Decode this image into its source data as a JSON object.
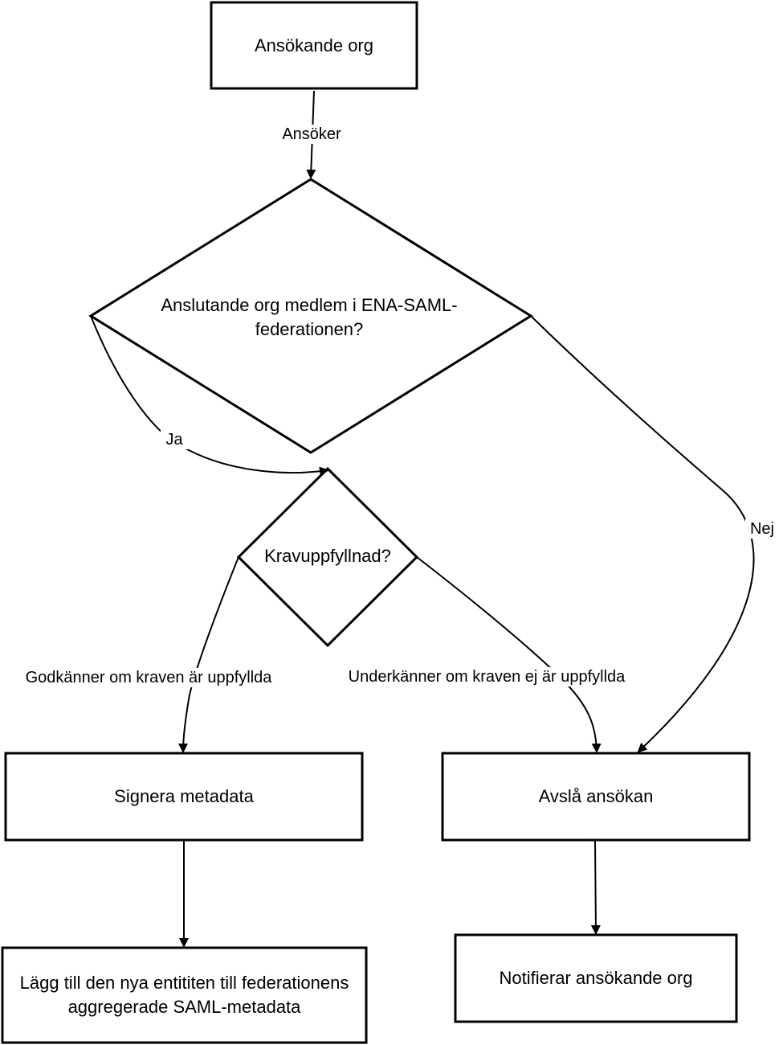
{
  "nodes": {
    "applicant": "Ansökande org",
    "member_question": "Anslutande org medlem i ENA-SAML-federationen?",
    "requirements_question": "Kravuppfyllnad?",
    "sign_metadata": "Signera metadata",
    "add_entity": "Lägg till den nya entititen till federationens aggregerade SAML-metadata",
    "reject": "Avslå ansökan",
    "notify": "Notifierar ansökande org"
  },
  "edges": {
    "applies": "Ansöker",
    "yes": "Ja",
    "no": "Nej",
    "approve": "Godkänner om kraven är uppfyllda",
    "disapprove": "Underkänner om kraven ej är uppfyllda"
  },
  "colors": {
    "stroke": "#000000",
    "fill": "#ffffff"
  }
}
